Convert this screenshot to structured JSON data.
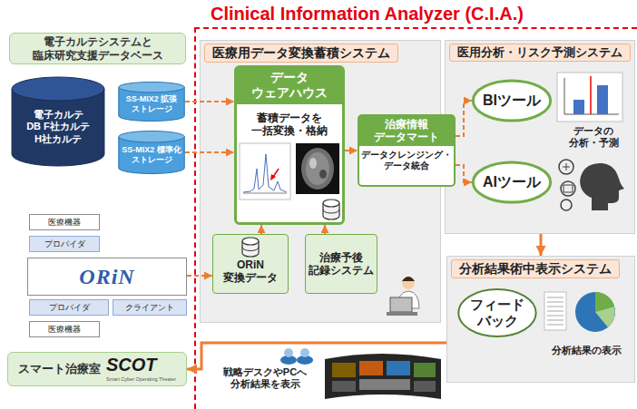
{
  "diagram": {
    "nodes": [
      {
        "text": [
          "電子カルテシステムと 臨床研究支援データベース"
        ]
      },
      {
        "text": [
          "電子カルテ DB F社カルテ H社カルテ"
        ]
      },
      {
        "text": [
          "SS-MIX2 拡張 ストレージ"
        ]
      },
      {
        "text": [
          "SS-MIX2 標準化 ストレージ"
        ]
      },
      {
        "text": [
          "医療機器"
        ]
      },
      {
        "text": [
          "プロバイダ"
        ]
      },
      {
        "text": [
          "ORiN"
        ]
      },
      {
        "text": [
          "プロバイダ"
        ]
      },
      {
        "text": [
          "クライアント"
        ]
      },
      {
        "text": [
          "医療機器"
        ]
      },
      {
        "text": [
          "スマート治療室",
          "SCOT",
          "Smart Cyber Operating Theater"
        ]
      },
      {
        "text": [
          "Clinical Information Analyzer (C.I.A.)"
        ]
      },
      {
        "text": [
          "医療用データ変換蓄積システム"
        ],
        "in": 11
      },
      {
        "text": [
          "データ ウェアハウス",
          "蓄積データを 一括変換・格納"
        ],
        "in": 12
      },
      {
        "text": [
          "治療情報 データマート",
          "データクレンジング・ データ統合"
        ],
        "in": 11
      },
      {
        "text": [
          "ORiN 変換データ"
        ],
        "in": 12
      },
      {
        "text": [
          "治療予後 記録システム"
        ],
        "in": 12
      },
      {
        "text": [
          "医用分析・リスク予測システム"
        ],
        "in": 11
      },
      {
        "text": [
          "BIツール"
        ],
        "in": 17
      },
      {
        "text": [
          "AIツール"
        ],
        "in": 17
      },
      {
        "text": [
          "分析結果術中表示システム"
        ],
        "in": 11
      },
      {
        "text": [
          "フィードバック"
        ],
        "in": 20
      }
    ],
    "edges": [
      {
        "from": 2,
        "to": 13,
        "arrow": "to"
      },
      {
        "from": 3,
        "to": 13,
        "arrow": "to"
      },
      {
        "from": 6,
        "to": 15,
        "arrow": "to"
      },
      {
        "from": 15,
        "to": 13,
        "arrow": "to"
      },
      {
        "from": 16,
        "to": 13,
        "arrow": "to"
      },
      {
        "from": 13,
        "to": 14,
        "arrow": "to"
      },
      {
        "from": 14,
        "to": 18,
        "arrow": "to"
      },
      {
        "from": 14,
        "to": 19,
        "arrow": "to"
      },
      {
        "from": 17,
        "to": 20,
        "arrow": "to"
      },
      {
        "from": 20,
        "to": 10,
        "arrow": "to"
      }
    ],
    "labels": [
      "データの 分析・予測",
      "分析結果の表示",
      "戦略デスクやPCへ 分析結果を表示"
    ]
  }
}
